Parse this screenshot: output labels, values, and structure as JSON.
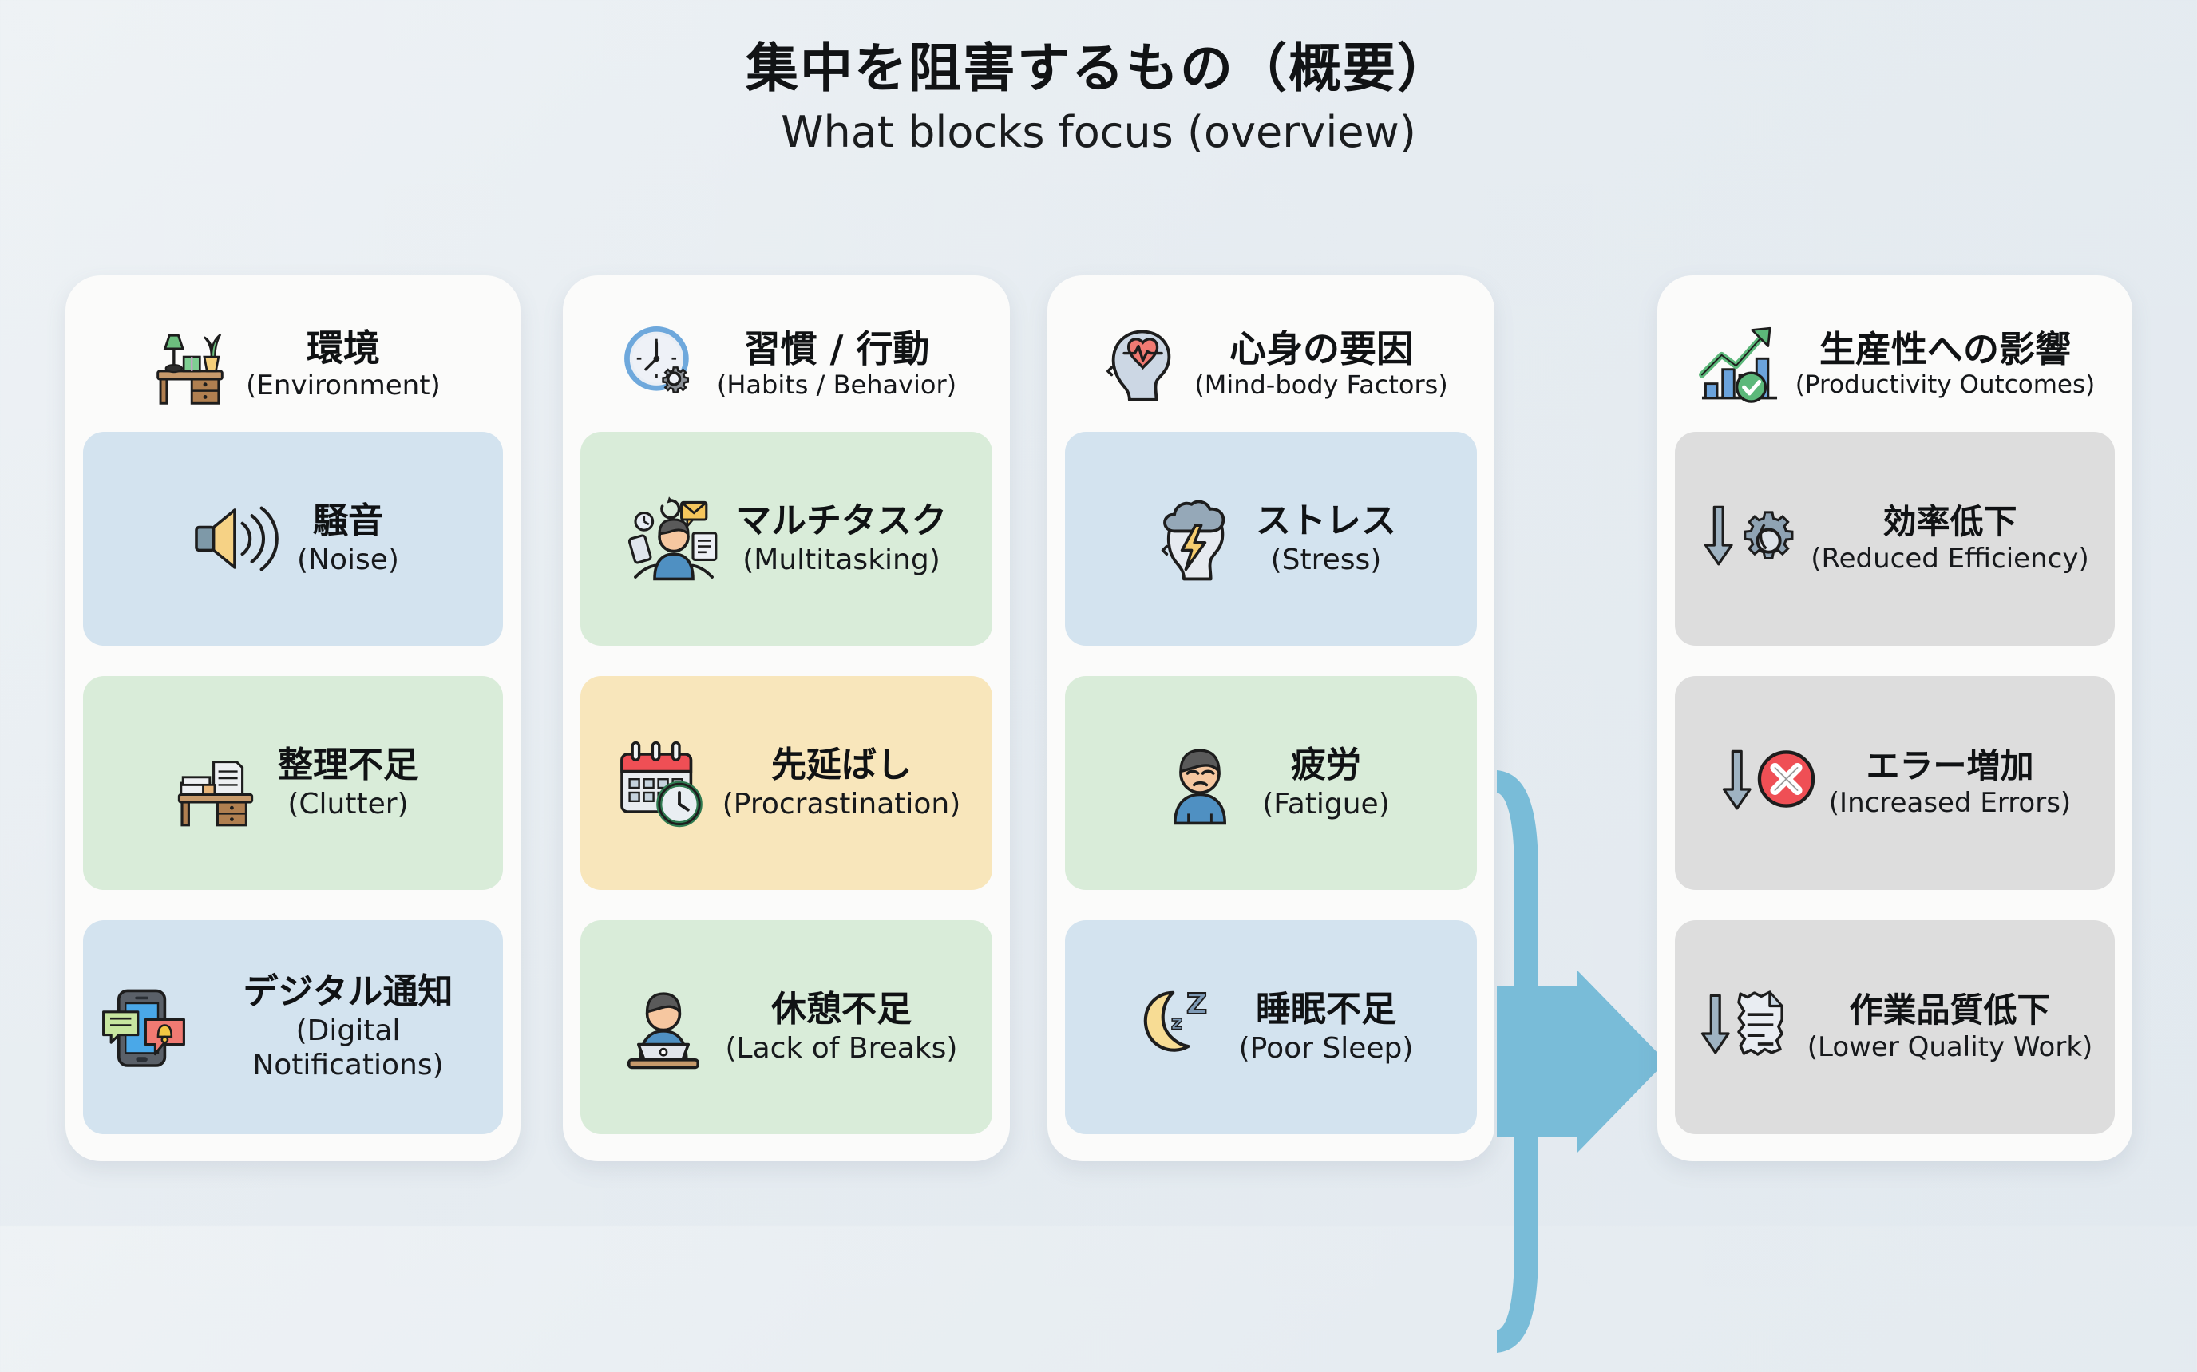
{
  "title": {
    "ja": "集中を阻害するもの（概要）",
    "en": "What blocks focus (overview)"
  },
  "colors": {
    "background": "#eef2f5",
    "panel": "#fbfbfa",
    "connector_blue": "#79bcd8",
    "card_blue": "#d3e3ef",
    "card_green": "#d9ecd9",
    "card_yellow": "#f8e6bb",
    "card_gray": "#dddddd",
    "text": "#101214"
  },
  "columns": [
    {
      "id": "environment",
      "header": {
        "ja": "環境",
        "en": "(Environment)",
        "icon": "desk-lamp-plant-icon"
      },
      "cards": [
        {
          "ja": "騒音",
          "en": "(Noise)",
          "icon": "loudspeaker-icon",
          "bg": "bg-blue"
        },
        {
          "ja": "整理不足",
          "en": "(Clutter)",
          "icon": "messy-desk-papers-icon",
          "bg": "bg-green"
        },
        {
          "ja": "デジタル通知",
          "en": "(Digital Notifications)",
          "icon": "smartphone-notification-icon",
          "bg": "bg-blue"
        }
      ]
    },
    {
      "id": "habits",
      "header": {
        "ja": "習慣 / 行動",
        "en": "(Habits / Behavior)",
        "icon": "clock-gear-icon"
      },
      "cards": [
        {
          "ja": "マルチタスク",
          "en": "(Multitasking)",
          "icon": "person-juggling-tasks-icon",
          "bg": "bg-green"
        },
        {
          "ja": "先延ばし",
          "en": "(Procrastination)",
          "icon": "calendar-clock-icon",
          "bg": "bg-yellow"
        },
        {
          "ja": "休憩不足",
          "en": "(Lack of Breaks)",
          "icon": "person-at-laptop-icon",
          "bg": "bg-green"
        }
      ]
    },
    {
      "id": "mind-body",
      "header": {
        "ja": "心身の要因",
        "en": "(Mind-body Factors)",
        "icon": "head-heartbeat-icon"
      },
      "cards": [
        {
          "ja": "ストレス",
          "en": "(Stress)",
          "icon": "head-storm-cloud-lightning-icon",
          "bg": "bg-blue"
        },
        {
          "ja": "疲労",
          "en": "(Fatigue)",
          "icon": "tired-person-icon",
          "bg": "bg-green"
        },
        {
          "ja": "睡眠不足",
          "en": "(Poor Sleep)",
          "icon": "crescent-moon-zzz-icon",
          "bg": "bg-blue"
        }
      ]
    }
  ],
  "outcome": {
    "id": "productivity",
    "header": {
      "ja": "生産性への影響",
      "en": "(Productivity Outcomes)",
      "icon": "growth-chart-check-icon"
    },
    "cards": [
      {
        "ja": "効率低下",
        "en": "(Reduced Efficiency)",
        "icon": "down-arrow-gear-icon",
        "bg": "bg-gray"
      },
      {
        "ja": "エラー増加",
        "en": "(Increased Errors)",
        "icon": "down-arrow-red-x-icon",
        "bg": "bg-gray"
      },
      {
        "ja": "作業品質低下",
        "en": "(Lower Quality Work)",
        "icon": "down-arrow-torn-document-icon",
        "bg": "bg-gray"
      }
    ]
  },
  "connectors": {
    "label": "flow-connector",
    "merge_arrow_label": "merge-arrow-to-outcomes"
  }
}
